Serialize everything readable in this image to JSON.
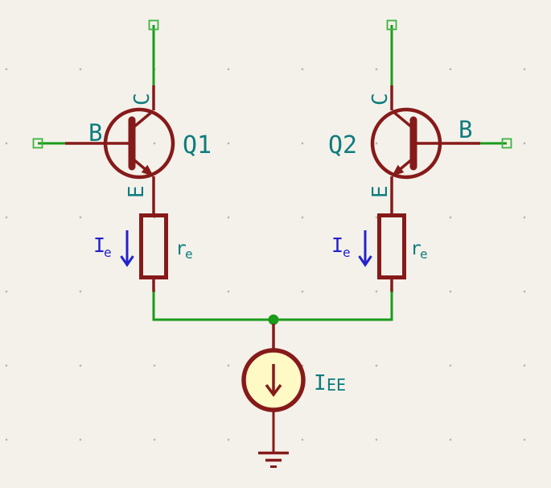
{
  "colors": {
    "background": "#F4F1EA",
    "symbol": "#861A1A",
    "wire": "#1A9B1A",
    "endpoint": "#3CB43C",
    "pin_label": "#0E7C7E",
    "annotation_blue": "#2323CD",
    "source_fill": "#FFF9C5",
    "grid_dot": "#B9B6AE"
  },
  "schematic": {
    "left": {
      "ref": "Q1",
      "pin_base": "B",
      "pin_collector": "C",
      "pin_emitter": "E",
      "resistor_main": "r",
      "resistor_sub": "e",
      "current_main": "I",
      "current_sub": "e"
    },
    "right": {
      "ref": "Q2",
      "pin_base": "B",
      "pin_collector": "C",
      "pin_emitter": "E",
      "resistor_main": "r",
      "resistor_sub": "e",
      "current_main": "I",
      "current_sub": "e"
    },
    "current_source": {
      "label_main": "I",
      "label_sub": "EE"
    }
  }
}
